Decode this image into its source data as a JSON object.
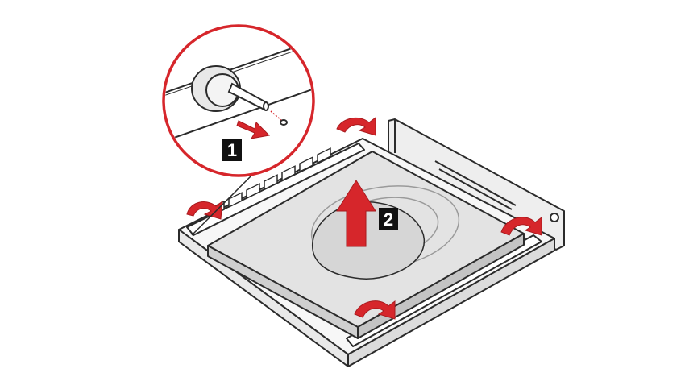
{
  "steps": {
    "one": "1",
    "two": "2"
  },
  "colors": {
    "arrow": "#d6262b",
    "arrow_dark": "#a81a1e",
    "callout_ring": "#d6262b",
    "line": "#2b2b2b",
    "tray_fill": "#f4f4f4",
    "drive_fill": "#e3e3e3",
    "drive_label": "#d6d6d6",
    "badge_bg": "#111111",
    "badge_text": "#ffffff"
  },
  "icons": {
    "callout": "magnified-pin-callout",
    "release_arrows": "curved-arrow-icon",
    "lift_arrow": "up-arrow-icon"
  }
}
